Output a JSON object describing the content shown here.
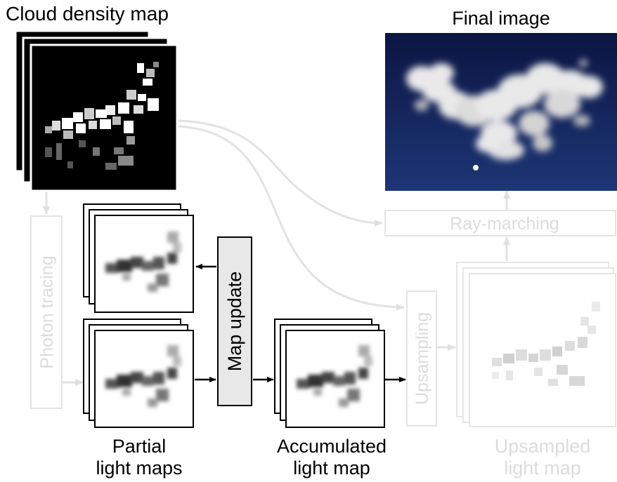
{
  "labels": {
    "cloud_density_map": "Cloud density map",
    "final_image": "Final image",
    "photon_tracing": "Photon tracing",
    "map_update": "Map update",
    "ray_marching": "Ray-marching",
    "upsampling": "Upsampling",
    "partial_light_maps": [
      "Partial",
      "light maps"
    ],
    "accumulated_light_map": [
      "Accumulated",
      "light map"
    ],
    "upsampled_light_map": [
      "Upsampled",
      "light map"
    ]
  },
  "colors": {
    "faded": "#e4e4e4",
    "faded_text": "#dcdcdc",
    "map_update_box": "#e8e8e8",
    "sky_top": "#0c1542",
    "sky_bottom": "#1c3574",
    "arrow": "#000000"
  }
}
